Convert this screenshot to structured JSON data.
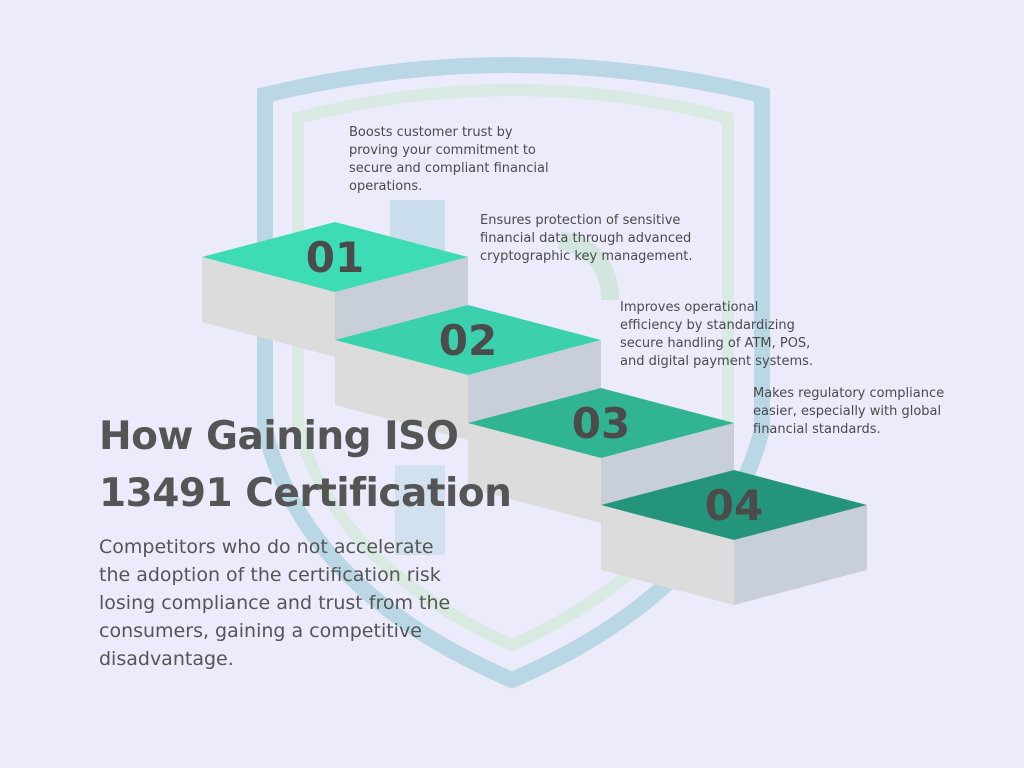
{
  "colors": {
    "background": "#ecebfc",
    "step_1_top": "#3ddcb5",
    "step_2_top": "#3cd1ad",
    "step_3_top": "#30b491",
    "step_4_top": "#24957a",
    "step_side_light": "#dcdcdc",
    "step_side_dark": "#c9cfd8",
    "shield_outline": "#a4cfdb",
    "shield_inner": "#d3ead9"
  },
  "watermark": {
    "icon": "shield-logo-icon"
  },
  "steps": [
    {
      "number": "01",
      "description": "Boosts customer trust by proving your commitment to secure and compliant financial operations."
    },
    {
      "number": "02",
      "description": "Ensures protection of sensitive financial data through advanced cryptographic key management."
    },
    {
      "number": "03",
      "description": "Improves operational efficiency by standardizing secure handling of ATM, POS, and digital payment systems."
    },
    {
      "number": "04",
      "description": "Makes regulatory compliance easier, especially with global financial standards."
    }
  ],
  "heading": "How Gaining ISO 13491 Certification",
  "body": "Competitors who do not accelerate the adoption of the certification risk losing compliance and trust from the consumers, gaining a competitive disadvantage."
}
